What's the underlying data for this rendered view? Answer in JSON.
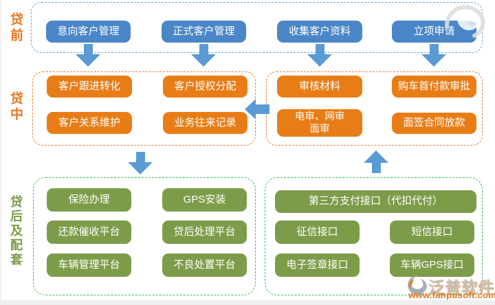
{
  "diagram": {
    "title_rows": {
      "pre": {
        "label": "贷前",
        "boxes": [
          "意向客户管理",
          "正式客户管理",
          "收集客户资料",
          "立项申请"
        ]
      },
      "mid": {
        "label": "贷中",
        "left": [
          "客户跟进转化",
          "客户授权分配",
          "客户关系维护",
          "业务往来记录"
        ],
        "right": [
          "审核材料",
          "购车首付款审批",
          "电审、网审\n面审",
          "面签合同放款"
        ]
      },
      "post": {
        "label": "贷后及配套",
        "left": [
          "保险办理",
          "GPS安装",
          "还款催收平台",
          "贷后处理平台",
          "车辆管理平台",
          "不良处置平台"
        ],
        "right_wide": "第三方支付接口（代扣代付）",
        "right": [
          "征信接口",
          "短信接口",
          "电子签章接口",
          "车辆GPS接口"
        ]
      }
    },
    "colors": {
      "blue_box": "#4a86c8",
      "orange_box": "#e87d17",
      "green_box": "#7d9c49",
      "arrow_blue": "#5b9bd5",
      "pre_lane_border": "#6fa0d8",
      "mid_lane_border": "#ed7d31",
      "post_lane_border": "#2ebd5b",
      "label_orange": "#e87722",
      "label_green": "#7d9c49"
    },
    "watermark": {
      "brand": "泛普软件",
      "url": "www.fanpusoft.com"
    }
  }
}
